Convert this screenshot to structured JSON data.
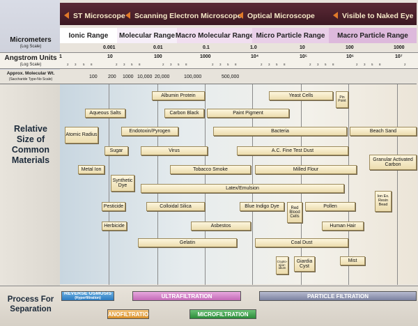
{
  "microscopes": [
    {
      "label": "ST Microscope"
    },
    {
      "label": "Scanning Electron Microscope"
    },
    {
      "label": "Optical Microscope"
    },
    {
      "label": "Visible to Naked Eye"
    }
  ],
  "row_labels": {
    "micrometers": "Micrometers",
    "micrometers_scale": "(Log Scale)",
    "angstrom": "Angstrom Units",
    "angstrom_scale": "(Log Scale)",
    "molecular": "Approx. Molecular Wt.",
    "molecular_scale": "(Saccharide Type-No Scale)"
  },
  "ranges": [
    {
      "label": "Ionic Range",
      "color": "#ffffff"
    },
    {
      "label": "Molecular Range",
      "color": "#f6eef8"
    },
    {
      "label": "Macro Molecular Range",
      "color": "#f1def0"
    },
    {
      "label": "Micro Particle Range",
      "color": "#e9cfe8"
    },
    {
      "label": "Macro Particle Range",
      "color": "#ddb9dc"
    }
  ],
  "micrometer_ticks": [
    "0.001",
    "0.01",
    "0.1",
    "1.0",
    "10",
    "100",
    "1000"
  ],
  "angstrom_ticks": [
    "1",
    "10",
    "100",
    "1000",
    "10⁴",
    "10⁵",
    "10⁶",
    "10⁷"
  ],
  "molecular_weights": [
    "100",
    "200",
    "1000",
    "10,000",
    "20,000",
    "100,000",
    "500,000"
  ],
  "side_title": "Relative Size of Common Materials",
  "process_title": "Process For Separation",
  "materials": [
    {
      "label": "Albumin Protein"
    },
    {
      "label": "Yeast Cells"
    },
    {
      "label": "Pin Point"
    },
    {
      "label": "Aqueous Salts"
    },
    {
      "label": "Carbon Black"
    },
    {
      "label": "Paint Pigment"
    },
    {
      "label": "Atomic Radius"
    },
    {
      "label": "Endotoxin/Pyrogen"
    },
    {
      "label": "Bacteria"
    },
    {
      "label": "Beach Sand"
    },
    {
      "label": "Sugar"
    },
    {
      "label": "Virus"
    },
    {
      "label": "A.C. Fine Test Dust"
    },
    {
      "label": "Granular Activated Carbon"
    },
    {
      "label": "Metal Ion"
    },
    {
      "label": "Tobacco Smoke"
    },
    {
      "label": "Milled Flour"
    },
    {
      "label": "Synthetic Dye"
    },
    {
      "label": "Latex/Emulsion"
    },
    {
      "label": "Ion Ex. Resin Bead"
    },
    {
      "label": "Pesticide"
    },
    {
      "label": "Colloidal Silica"
    },
    {
      "label": "Blue Indigo Dye"
    },
    {
      "label": "Red Blood Cells"
    },
    {
      "label": "Pollen"
    },
    {
      "label": "Herbicide"
    },
    {
      "label": "Asbestos"
    },
    {
      "label": "Human Hair"
    },
    {
      "label": "Gelatin"
    },
    {
      "label": "Coal Dust"
    },
    {
      "label": "Crypto-spor-idium"
    },
    {
      "label": "Giardia Cyst"
    },
    {
      "label": "Mist"
    }
  ],
  "processes": [
    {
      "label": "REVERSE OSMOSIS",
      "sublabel": "(Hyperfiltration)",
      "color": "#3d8fd0"
    },
    {
      "label": "ULTRAFILTRATION",
      "color": "#d47fc8"
    },
    {
      "label": "PARTICLE FILTRATION",
      "color": "#8f94ad"
    },
    {
      "label": "NANOFILTRATION",
      "color": "#e3a23c"
    },
    {
      "label": "MICROFILTRATION",
      "color": "#3a9f48"
    }
  ]
}
